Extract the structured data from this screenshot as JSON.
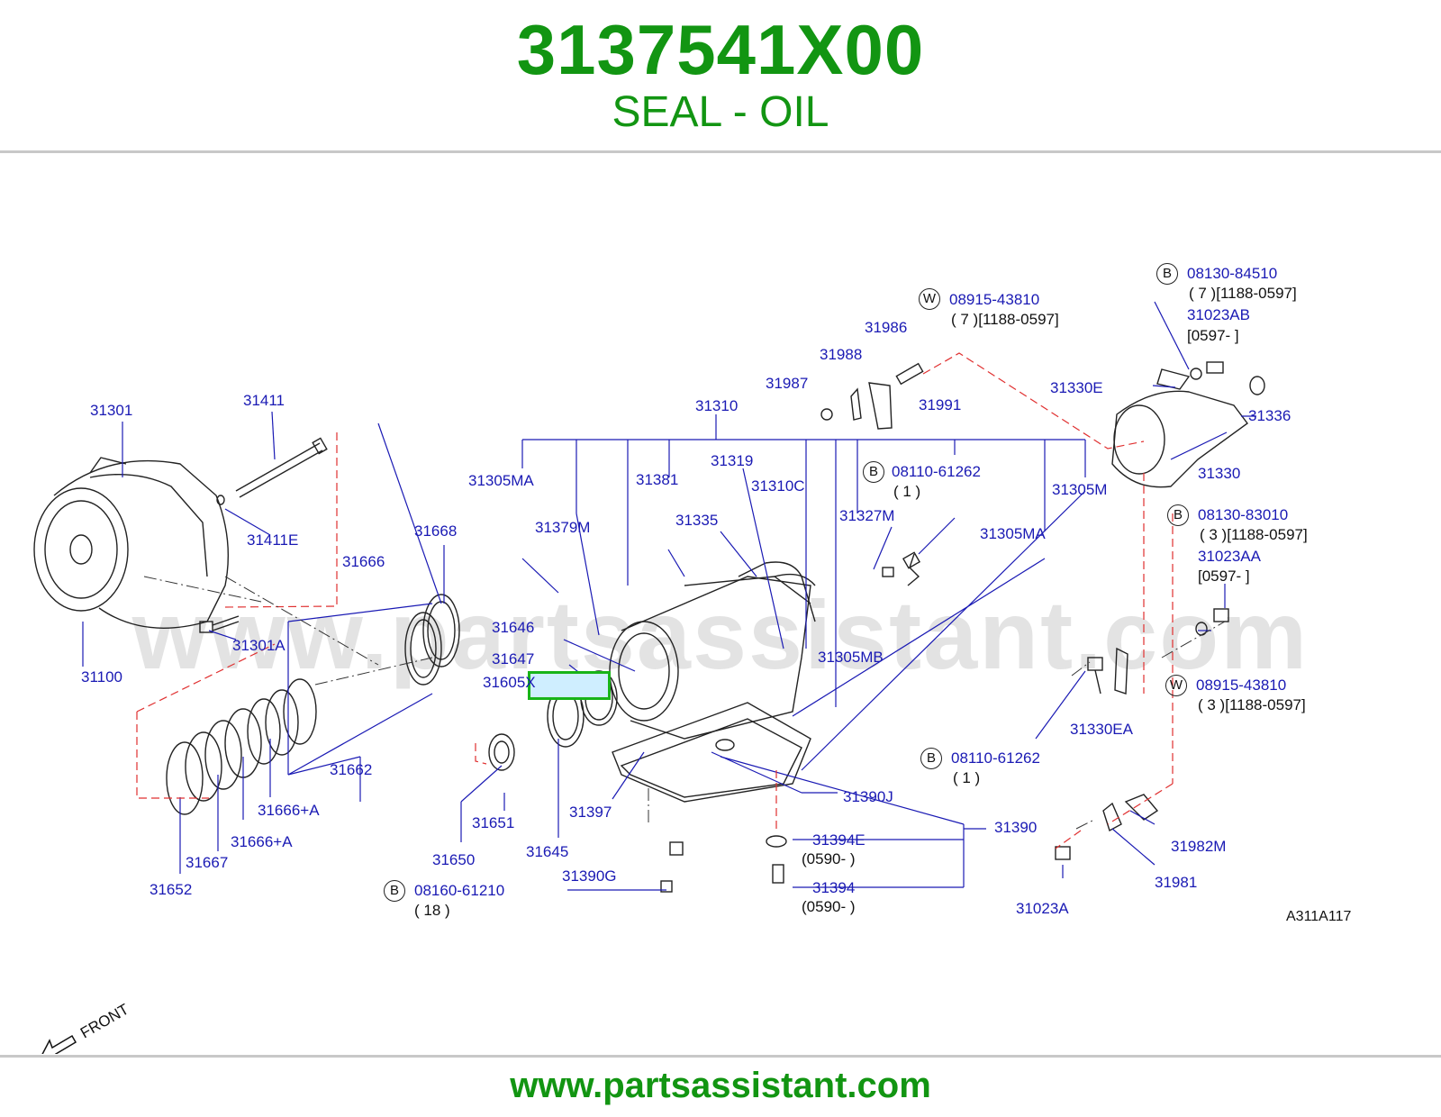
{
  "header": {
    "part_number": "3137541X00",
    "description": "SEAL - OIL"
  },
  "footer": {
    "url": "www.partsassistant.com"
  },
  "watermark": "www.partsassistant.com",
  "diagram_code": "A311A117",
  "front_label": "FRONT",
  "highlighted_part": "31379M",
  "labels": [
    {
      "id": "l31301",
      "text": "31301"
    },
    {
      "id": "l31411",
      "text": "31411"
    },
    {
      "id": "l31411e",
      "text": "31411E"
    },
    {
      "id": "l31301a",
      "text": "31301A"
    },
    {
      "id": "l31100",
      "text": "31100"
    },
    {
      "id": "l31668",
      "text": "31668"
    },
    {
      "id": "l31666",
      "text": "31666"
    },
    {
      "id": "l31662",
      "text": "31662"
    },
    {
      "id": "l31666a1",
      "text": "31666+A"
    },
    {
      "id": "l31666a2",
      "text": "31666+A"
    },
    {
      "id": "l31667",
      "text": "31667"
    },
    {
      "id": "l31652",
      "text": "31652"
    },
    {
      "id": "l31305ma1",
      "text": "31305MA"
    },
    {
      "id": "l31381",
      "text": "31381"
    },
    {
      "id": "l31310",
      "text": "31310"
    },
    {
      "id": "l31319",
      "text": "31319"
    },
    {
      "id": "l31310c",
      "text": "31310C"
    },
    {
      "id": "l31335",
      "text": "31335"
    },
    {
      "id": "l31327m",
      "text": "31327M"
    },
    {
      "id": "l31305ma2",
      "text": "31305MA"
    },
    {
      "id": "l31305m",
      "text": "31305M"
    },
    {
      "id": "l31305mb",
      "text": "31305MB"
    },
    {
      "id": "l31646",
      "text": "31646"
    },
    {
      "id": "l31647",
      "text": "31647"
    },
    {
      "id": "l31605x",
      "text": "31605X"
    },
    {
      "id": "l31651",
      "text": "31651"
    },
    {
      "id": "l31650",
      "text": "31650"
    },
    {
      "id": "l31645",
      "text": "31645"
    },
    {
      "id": "l31397",
      "text": "31397"
    },
    {
      "id": "l31390g",
      "text": "31390G"
    },
    {
      "id": "l31390j",
      "text": "31390J"
    },
    {
      "id": "l31390",
      "text": "31390"
    },
    {
      "id": "l31394e",
      "text": "31394E"
    },
    {
      "id": "l31394",
      "text": "31394"
    },
    {
      "id": "l0590a",
      "text": "(0590-     )"
    },
    {
      "id": "l0590b",
      "text": "(0590-     )"
    },
    {
      "id": "l31986",
      "text": "31986"
    },
    {
      "id": "l31988",
      "text": "31988"
    },
    {
      "id": "l31987",
      "text": "31987"
    },
    {
      "id": "l31991",
      "text": "31991"
    },
    {
      "id": "l31330e",
      "text": "31330E"
    },
    {
      "id": "l31336",
      "text": "31336"
    },
    {
      "id": "l31330",
      "text": "31330"
    },
    {
      "id": "l31023ab",
      "text": "31023AB"
    },
    {
      "id": "l31023aa",
      "text": "31023AA"
    },
    {
      "id": "l31330ea",
      "text": "31330EA"
    },
    {
      "id": "l31982m",
      "text": "31982M"
    },
    {
      "id": "l31981",
      "text": "31981"
    },
    {
      "id": "l31023a",
      "text": "31023A"
    },
    {
      "id": "lw1",
      "text": "08915-43810"
    },
    {
      "id": "lw1q",
      "text": "( 7   )[1188-0597]"
    },
    {
      "id": "lb1",
      "text": "08130-84510"
    },
    {
      "id": "lb1q",
      "text": "( 7   )[1188-0597]"
    },
    {
      "id": "lb1r",
      "text": "[0597-                  ]"
    },
    {
      "id": "lb2",
      "text": "08110-61262"
    },
    {
      "id": "lb2q",
      "text": "( 1   )"
    },
    {
      "id": "lb3",
      "text": "08130-83010"
    },
    {
      "id": "lb3q",
      "text": "( 3   )[1188-0597]"
    },
    {
      "id": "lb3r",
      "text": "[0597-                  ]"
    },
    {
      "id": "lw2",
      "text": "08915-43810"
    },
    {
      "id": "lw2q",
      "text": "( 3   )[1188-0597]"
    },
    {
      "id": "lb4",
      "text": "08110-61262"
    },
    {
      "id": "lb4q",
      "text": "( 1   )"
    },
    {
      "id": "lb5",
      "text": "08160-61210"
    },
    {
      "id": "lb5q",
      "text": "( 18 )"
    }
  ],
  "circle_markers": {
    "w1": "W",
    "b1": "B",
    "b2": "B",
    "b3": "B",
    "w2": "W",
    "b4": "B",
    "b5": "B"
  },
  "colors": {
    "brand_green": "#129512",
    "label_blue": "#1a1ab4",
    "highlight_border": "#18b418",
    "highlight_fill": "#cfeeff",
    "leader_dashed": "#e03030"
  }
}
